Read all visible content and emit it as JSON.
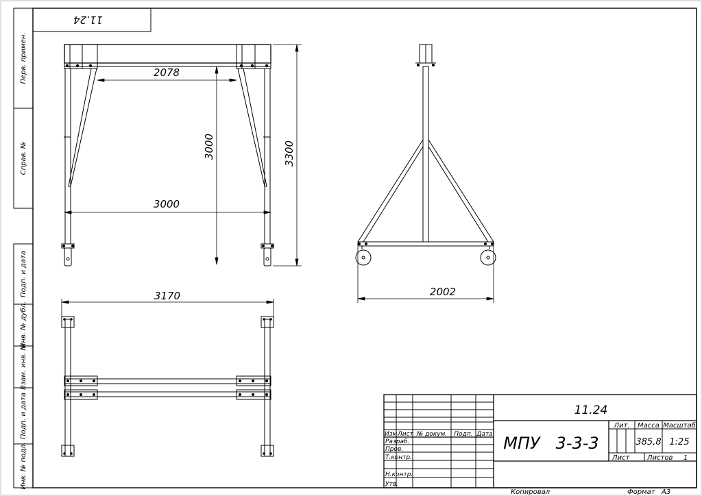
{
  "drawing": {
    "top_label": "11.24",
    "dimensions": {
      "front_inner_width": "2078",
      "front_height_inner": "3000",
      "front_height_total": "3300",
      "front_outer_width": "3000",
      "side_base_width": "2002",
      "plan_width": "3170"
    },
    "side_stamps": [
      "Перв. примен.",
      "Справ. №",
      "Подп. и дата",
      "Инв. № дубл.",
      "Взам. инв. №",
      "Подп. и дата",
      "Инв. № подл."
    ]
  },
  "title_block": {
    "doc_number": "11.24",
    "name": "МПУ   3-3-3",
    "col_headers": [
      "Изм.",
      "Лист",
      "№ докум.",
      "Подп.",
      "Дата"
    ],
    "roles": [
      "Разраб.",
      "Пров.",
      "Т.контр.",
      "Н.контр.",
      "Утв."
    ],
    "lit_label": "Лит.",
    "mass_label": "Масса",
    "mass_value": "385,8",
    "scale_label": "Масштаб",
    "scale_value": "1:25",
    "sheet_label": "Лист",
    "sheets_label": "Листов",
    "sheets_value": "1"
  },
  "footer": {
    "copied_label": "Копировал",
    "format_label": "Формат",
    "format_value": "A3"
  }
}
